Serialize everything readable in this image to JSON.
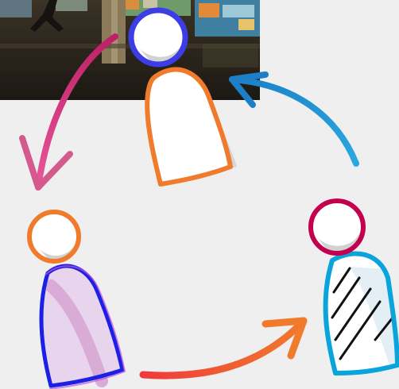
{
  "diagram": {
    "kind": "cycle",
    "figures": [
      {
        "name": "top-figure",
        "head_color": "#3d3de8",
        "body_color": "#f07b2c",
        "fill": "#ffffff",
        "pattern": "none"
      },
      {
        "name": "left-figure",
        "head_color": "#f07b2c",
        "body_color": "#1a20e6",
        "fill": "#e8d4ec",
        "pattern": "none"
      },
      {
        "name": "right-figure",
        "head_color": "#c3004e",
        "body_color": "#0aa4dc",
        "fill": "#ffffff",
        "pattern": "hatch"
      }
    ],
    "arrows": [
      {
        "name": "top-to-left-arrow",
        "color_start": "#c01f66",
        "color_end": "#e8589a"
      },
      {
        "name": "left-to-right-arrow",
        "color_start": "#f03a3a",
        "color_end": "#f07b2c"
      },
      {
        "name": "right-to-top-arrow",
        "color_start": "#2a9bd7",
        "color_end": "#1d7fc8"
      }
    ]
  }
}
